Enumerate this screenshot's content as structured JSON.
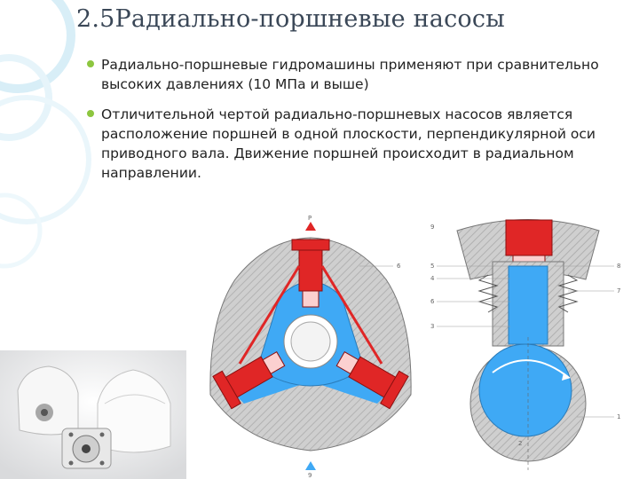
{
  "slide": {
    "title": "2.5Радиально-поршневые насосы",
    "bullets": [
      "Радиально-поршневые гидромашины применяют при сравнительно высоких давлениях (10 МПа и выше)",
      "Отличительной чертой радиально-поршневых насосов является расположение поршней в одной плоскости, перпендикулярной оси приводного вала. Движение поршней происходит в радиальном направлении."
    ]
  },
  "diagram_left": {
    "label_top": "P",
    "label_right": "6",
    "label_bottom": "9"
  },
  "diagram_right": {
    "labels": [
      "9",
      "5",
      "4",
      "6",
      "3",
      "8",
      "7",
      "1",
      "2"
    ]
  },
  "colors": {
    "title": "#3a4757",
    "bullet": "#8dc63f",
    "fluid": "#3fa9f5",
    "piston": "#e02626",
    "housing": "#c8c8c8"
  }
}
